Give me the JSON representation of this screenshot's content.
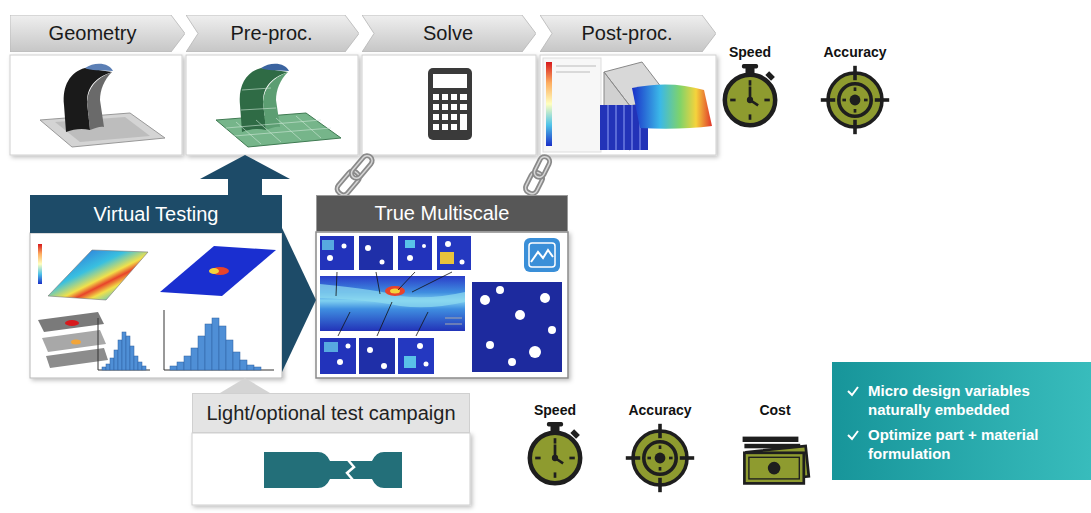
{
  "diagram": {
    "nodes": [
      {
        "text": [
          "Geometry"
        ]
      },
      {
        "text": [
          "Pre-proc."
        ]
      },
      {
        "text": [
          "Solve"
        ]
      },
      {
        "text": [
          "Post-proc."
        ]
      },
      {
        "text": [
          "Virtual Testing"
        ]
      },
      {
        "text": [
          "True Multiscale"
        ]
      },
      {
        "text": [
          "Light/optional test campaign"
        ]
      },
      {
        "text": [
          "Micro design variables naturally embedded",
          "Optimize part + material formulation"
        ]
      }
    ],
    "edges": [
      {
        "from": 4,
        "to": 1,
        "arrow": "to"
      },
      {
        "from": 4,
        "to": 5,
        "arrow": "to"
      },
      {
        "from": 6,
        "to": 4,
        "arrow": "to"
      },
      {
        "from": 5,
        "to": 2,
        "arrow": "none"
      },
      {
        "from": 5,
        "to": 3,
        "arrow": "none"
      }
    ],
    "labels": [
      "Speed",
      "Accuracy",
      "Speed",
      "Accuracy",
      "Cost"
    ]
  }
}
